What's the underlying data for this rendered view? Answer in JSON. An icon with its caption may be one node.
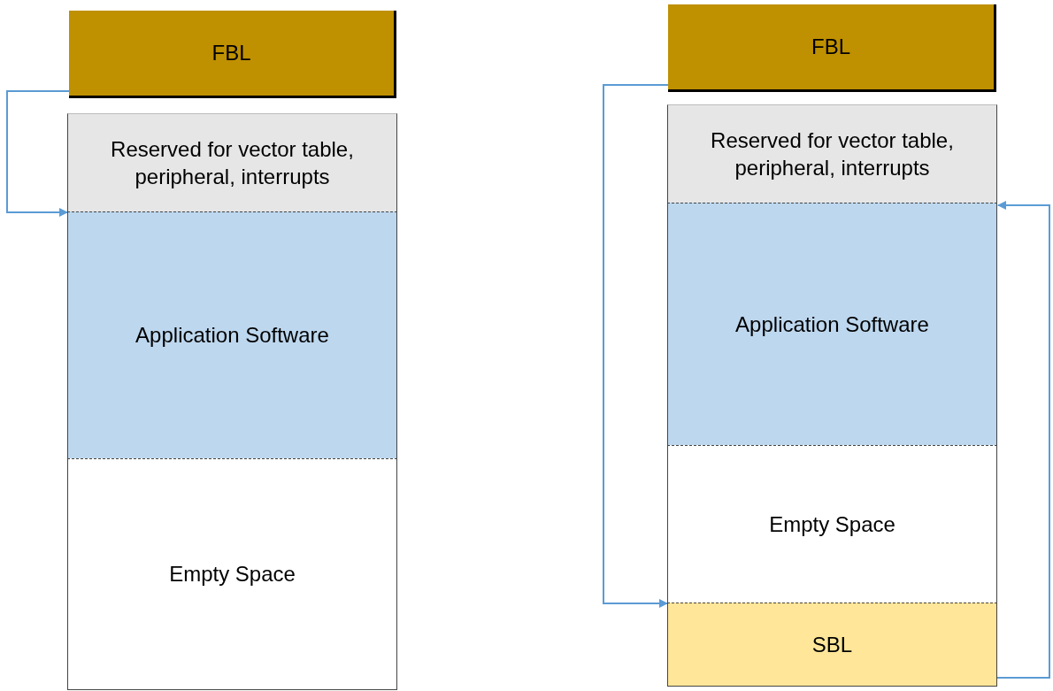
{
  "diagram": {
    "nodes": [
      {
        "text": [
          "FBL"
        ]
      },
      {
        "text": [
          "Reserved for vector table, peripheral, interrupts"
        ]
      },
      {
        "text": [
          "Application Software"
        ]
      },
      {
        "text": [
          "Empty Space"
        ]
      },
      {
        "text": [
          "FBL"
        ]
      },
      {
        "text": [
          "Reserved for vector table, peripheral, interrupts"
        ]
      },
      {
        "text": [
          "Application Software"
        ]
      },
      {
        "text": [
          "Empty Space"
        ]
      },
      {
        "text": [
          "SBL"
        ]
      }
    ],
    "edges": [
      {
        "from": 0,
        "to": 2,
        "arrow": "to"
      },
      {
        "from": 4,
        "to": 8,
        "arrow": "to"
      },
      {
        "from": 8,
        "to": 6,
        "arrow": "to"
      }
    ]
  }
}
